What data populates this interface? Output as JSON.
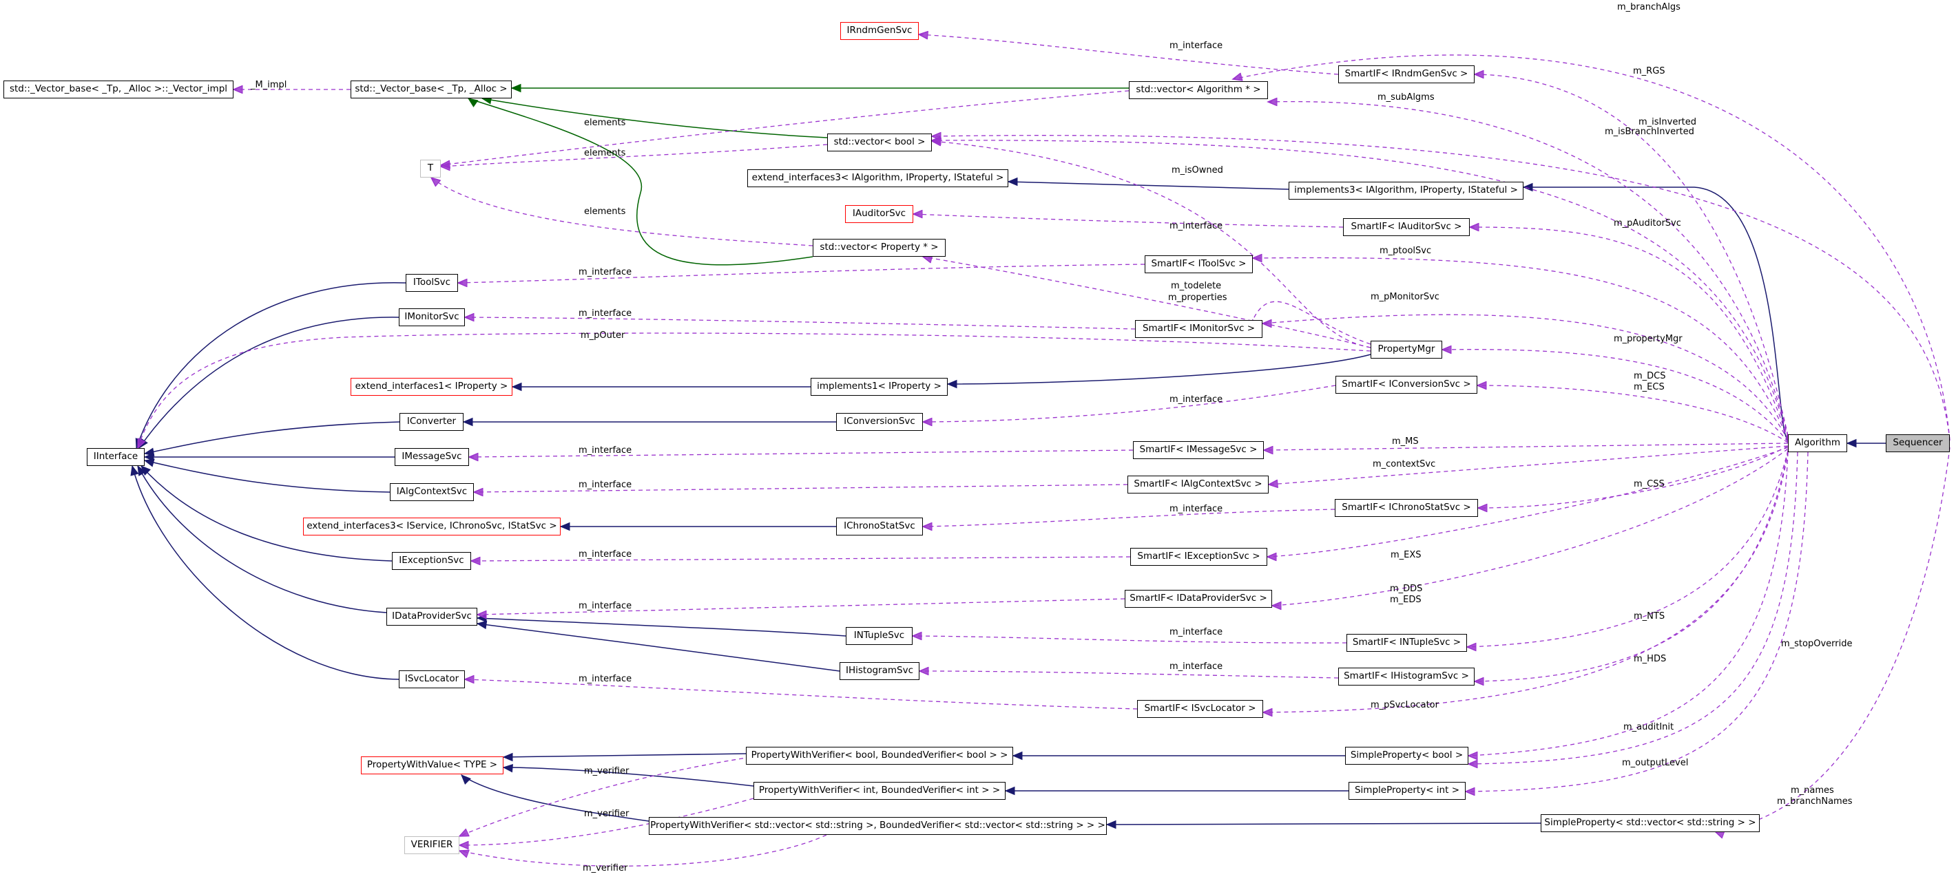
{
  "colors": {
    "inheritance": "#1a1a6e",
    "template": "#006400",
    "usage": "#9a32cd",
    "highlight_fill": "#bfbfbf",
    "undocumented_border": "#ff0000",
    "external_border": "#bfbfbf"
  },
  "nodes": {
    "sequencer": "Sequencer",
    "algorithm": "Algorithm",
    "iinterface": "IInterface",
    "vector_impl": "std::_Vector_base< _Tp, _Alloc >::_Vector_impl",
    "vector_base": "std::_Vector_base< _Tp, _Alloc >",
    "t": "T",
    "vector_alg": "std::vector< Algorithm * >",
    "vector_bool": "std::vector< bool >",
    "vector_prop": "std::vector< Property * >",
    "irndmgensvc": "IRndmGenSvc",
    "smartif_irndmgensvc": "SmartIF< IRndmGenSvc >",
    "ext_if3_alg": "extend_interfaces3< IAlgorithm, IProperty, IStateful >",
    "impl3": "implements3< IAlgorithm, IProperty, IStateful >",
    "iauditorsvc": "IAuditorSvc",
    "smartif_iauditorsvc": "SmartIF< IAuditorSvc >",
    "itoolsvc": "IToolSvc",
    "smartif_itoolsvc": "SmartIF< IToolSvc >",
    "imonitorsvc": "IMonitorSvc",
    "smartif_imonitorsvc": "SmartIF< IMonitorSvc >",
    "propertymgr": "PropertyMgr",
    "ext_if1": "extend_interfaces1< IProperty >",
    "impl1": "implements1< IProperty >",
    "smartif_iconversionsvc": "SmartIF< IConversionSvc >",
    "iconverter": "IConverter",
    "iconversionsvc": "IConversionSvc",
    "imessagesvc": "IMessageSvc",
    "smartif_imessagesvc": "SmartIF< IMessageSvc >",
    "ialgcontextsvc": "IAlgContextSvc",
    "smartif_ialgcontextsvc": "SmartIF< IAlgContextSvc >",
    "ext_if3_svc": "extend_interfaces3< IService, IChronoSvc, IStatSvc >",
    "ichronostatsvc": "IChronoStatSvc",
    "smartif_ichronostatsvc": "SmartIF< IChronoStatSvc >",
    "iexceptionsvc": "IExceptionSvc",
    "smartif_iexceptionsvc": "SmartIF< IExceptionSvc >",
    "idataprovidersvc": "IDataProviderSvc",
    "smartif_idataprovidersvc": "SmartIF< IDataProviderSvc >",
    "intuplesvc": "INTupleSvc",
    "smartif_intuplesvc": "SmartIF< INTupleSvc >",
    "ihistogramsvc": "IHistogramSvc",
    "smartif_ihistogramsvc": "SmartIF< IHistogramSvc >",
    "isvclocator": "ISvcLocator",
    "smartif_isvclocator": "SmartIF< ISvcLocator >",
    "propwithvalue": "PropertyWithValue< TYPE >",
    "pwv_bool": "PropertyWithVerifier< bool, BoundedVerifier< bool > >",
    "simple_bool": "SimpleProperty< bool >",
    "pwv_int": "PropertyWithVerifier< int, BoundedVerifier< int > >",
    "simple_int": "SimpleProperty< int >",
    "verifier": "VERIFIER",
    "pwv_vec": "PropertyWithVerifier< std::vector< std::string >, BoundedVerifier< std::vector< std::string > > >",
    "simple_vec": "SimpleProperty< std::vector< std::string > >"
  },
  "labels": {
    "m_branchalgs": "m_branchAlgs",
    "m_interface_rndm": "m_interface",
    "m_rgs": "m_RGS",
    "m_impl": "_M_impl",
    "m_subalgms": "m_subAlgms",
    "elements_1": "elements",
    "elements_2": "elements",
    "m_isinverted": "m_isInverted",
    "m_isbranchinverted": "m_isBranchInverted",
    "m_isowned": "m_isOwned",
    "elements_3": "elements",
    "m_interface_aud": "m_interface",
    "m_pauditorsvc": "m_pAuditorSvc",
    "m_ptoolsvc": "m_ptoolSvc",
    "m_interface_tool": "m_interface",
    "m_todelete": "m_todelete",
    "m_properties": "m_properties",
    "m_pmonitorsvc": "m_pMonitorSvc",
    "m_interface_mon": "m_interface",
    "m_pouter": "m_pOuter",
    "m_propertymgr": "m_propertyMgr",
    "m_dcs": "m_DCS",
    "m_ecs": "m_ECS",
    "m_interface_conv": "m_interface",
    "m_ms": "m_MS",
    "m_interface_msg": "m_interface",
    "m_contextsvc": "m_contextSvc",
    "m_interface_ctx": "m_interface",
    "m_css": "m_CSS",
    "m_interface_chrono": "m_interface",
    "m_exs": "m_EXS",
    "m_interface_exc": "m_interface",
    "m_dds": "m_DDS",
    "m_eds": "m_EDS",
    "m_interface_dp": "m_interface",
    "m_nts": "m_NTS",
    "m_interface_nt": "m_interface",
    "m_stopoverride": "m_stopOverride",
    "m_hds": "m_HDS",
    "m_interface_hist": "m_interface",
    "m_interface_loc": "m_interface",
    "m_psvclocator": "m_pSvcLocator",
    "m_auditinit": "m_auditInit",
    "m_verifier_1": "m_verifier",
    "m_outputlevel": "m_outputLevel",
    "m_verifier_2": "m_verifier",
    "m_names": "m_names",
    "m_branchnames": "m_branchNames",
    "m_verifier_3": "m_verifier"
  }
}
